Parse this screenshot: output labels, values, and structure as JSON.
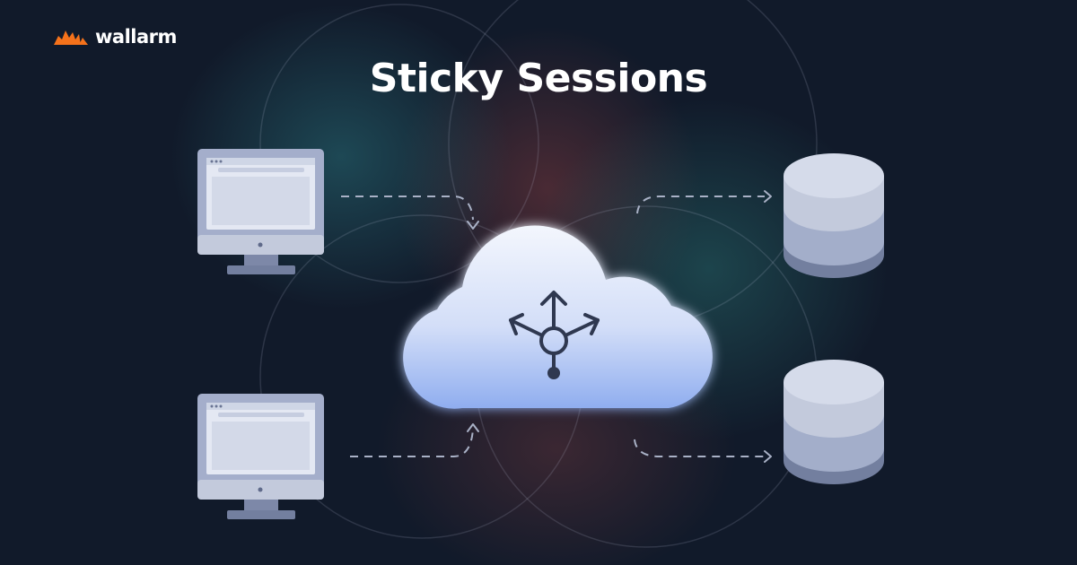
{
  "brand": {
    "name": "wallarm",
    "logo_icon": "wallarm-flame-logo",
    "logo_color": "#f5721b"
  },
  "title": "Sticky Sessions",
  "colors": {
    "background": "#111a2a",
    "monitor": "#a4aecb",
    "monitor_screen": "#e4e8f3",
    "cloud_top": "#f3f6fd",
    "cloud_bottom": "#8fadef",
    "database_light": "#d5dbea",
    "database_mid": "#a3aeca",
    "database_dark": "#737f9f",
    "arrow": "#a9b1c6"
  },
  "nodes": {
    "clients": [
      {
        "icon": "desktop-monitor-icon"
      },
      {
        "icon": "desktop-monitor-icon"
      }
    ],
    "load_balancer": {
      "icon": "cloud-routing-icon"
    },
    "servers": [
      {
        "icon": "database-icon"
      },
      {
        "icon": "database-icon"
      }
    ]
  }
}
